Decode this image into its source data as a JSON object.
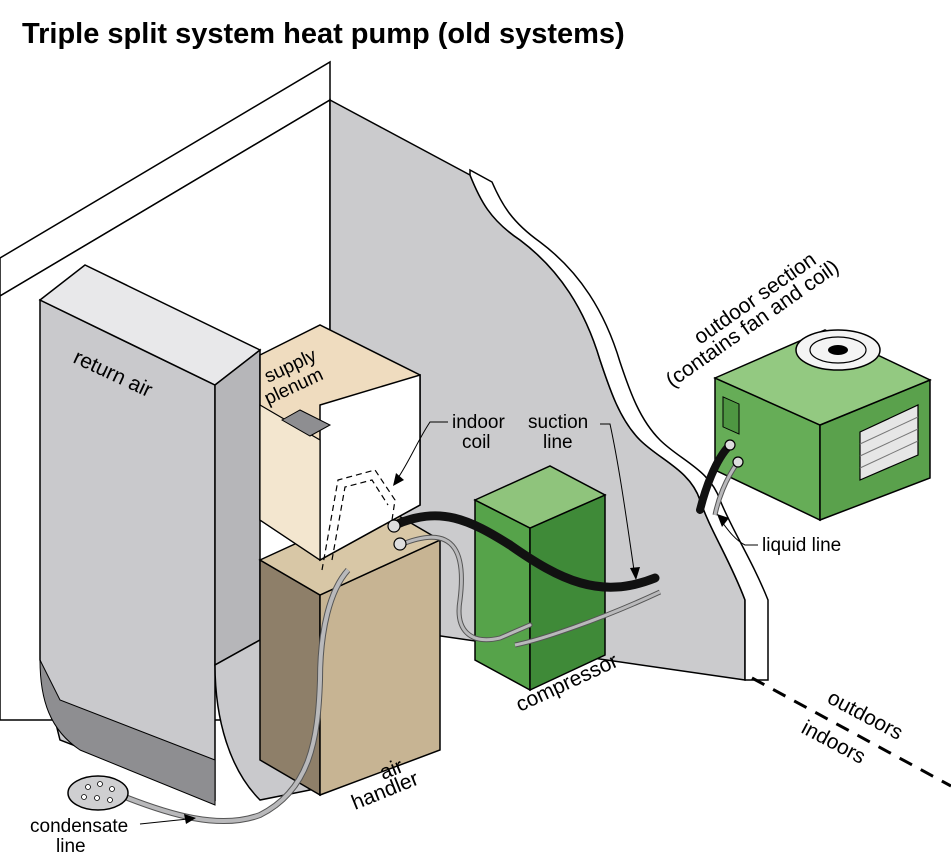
{
  "title": "Triple split system heat pump  (old systems)",
  "labels": {
    "return_air": "return air",
    "supply_plenum_1": "supply",
    "supply_plenum_2": "plenum",
    "indoor_coil_1": "indoor",
    "indoor_coil_2": "coil",
    "suction_line_1": "suction",
    "suction_line_2": "line",
    "outdoor_section_1": "outdoor section",
    "outdoor_section_2": "(contains fan and coil)",
    "liquid_line": "liquid line",
    "compressor": "compressor",
    "outdoors": "outdoors",
    "indoors": "indoors",
    "air_handler_1": "air",
    "air_handler_2": "handler",
    "condensate_line_1": "condensate",
    "condensate_line_2": "line"
  },
  "colors": {
    "wall": "#cbcbcd",
    "wall_top": "#ffffff",
    "duct": "#c9c9cc",
    "duct_dark": "#8e8e91",
    "plenum_inner": "#efdcbf",
    "air_handler": "#c7b493",
    "air_handler_dark": "#8e7f69",
    "compressor_front": "#56a34a",
    "compressor_side": "#3f8a38",
    "compressor_top": "#8fc47c",
    "outdoor_front": "#66ad57",
    "outdoor_top": "#93c981",
    "pipe_black": "#111111",
    "pipe_grey": "#b9b9bb"
  }
}
